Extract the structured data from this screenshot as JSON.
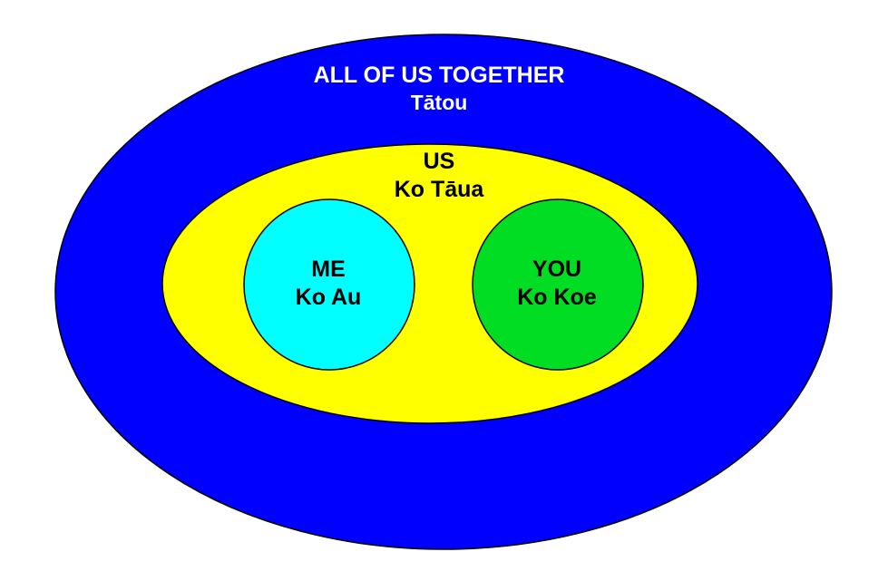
{
  "colors": {
    "outer_fill": "#0000ff",
    "us_fill": "#ffff00",
    "me_fill": "#00ffff",
    "you_fill": "#00dd22",
    "stroke": "#000000",
    "outer_text": "#ffffff",
    "inner_text": "#000000"
  },
  "all_of_us": {
    "english": "ALL OF US TOGETHER",
    "maori": "Tātou"
  },
  "us": {
    "english": "US",
    "maori": "Ko Tāua"
  },
  "me": {
    "english": "ME",
    "maori": "Ko Au"
  },
  "you": {
    "english": "YOU",
    "maori": "Ko Koe"
  }
}
